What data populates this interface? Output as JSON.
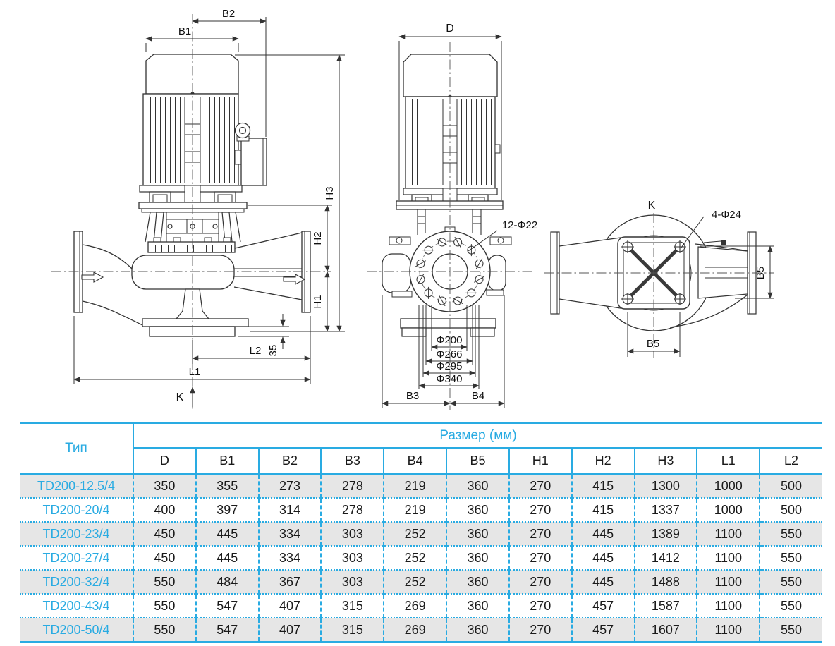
{
  "colors": {
    "accent": "#29abe2",
    "line": "#333333",
    "row_stripe": "#e6e6e6",
    "value_text": "#1a1a1a"
  },
  "drawing": {
    "front_view": {
      "dim_b2": "B2",
      "dim_b1": "B1",
      "dim_h3": "H3",
      "dim_h2": "H2",
      "dim_h1": "H1",
      "dim_35": "35",
      "dim_l2": "L2",
      "dim_l1": "L1",
      "label_k": "K"
    },
    "side_view": {
      "dim_d": "D",
      "label_bolt_holes": "12-Φ22",
      "dim_d200": "Φ200",
      "dim_d266": "Φ266",
      "dim_d295": "Φ295",
      "dim_d340": "Φ340",
      "dim_b3": "B3",
      "dim_b4": "B4"
    },
    "top_view": {
      "label_k": "K",
      "label_bolt_holes": "4-Φ24",
      "dim_b5_width": "B5",
      "dim_b5_height": "B5"
    }
  },
  "table": {
    "type_header": "Тип",
    "size_header": "Размер (мм)",
    "columns": [
      "D",
      "B1",
      "B2",
      "B3",
      "B4",
      "B5",
      "H1",
      "H2",
      "H3",
      "L1",
      "L2"
    ],
    "rows": [
      {
        "type": "TD200-12.5/4",
        "values": [
          350,
          355,
          273,
          278,
          219,
          360,
          270,
          415,
          1300,
          1000,
          500
        ]
      },
      {
        "type": "TD200-20/4",
        "values": [
          400,
          397,
          314,
          278,
          219,
          360,
          270,
          415,
          1337,
          1000,
          500
        ]
      },
      {
        "type": "TD200-23/4",
        "values": [
          450,
          445,
          334,
          303,
          252,
          360,
          270,
          445,
          1389,
          1100,
          550
        ]
      },
      {
        "type": "TD200-27/4",
        "values": [
          450,
          445,
          334,
          303,
          252,
          360,
          270,
          445,
          1412,
          1100,
          550
        ]
      },
      {
        "type": "TD200-32/4",
        "values": [
          550,
          484,
          367,
          303,
          252,
          360,
          270,
          445,
          1488,
          1100,
          550
        ]
      },
      {
        "type": "TD200-43/4",
        "values": [
          550,
          547,
          407,
          315,
          269,
          360,
          270,
          457,
          1587,
          1100,
          550
        ]
      },
      {
        "type": "TD200-50/4",
        "values": [
          550,
          547,
          407,
          315,
          269,
          360,
          270,
          457,
          1607,
          1100,
          550
        ]
      }
    ]
  }
}
